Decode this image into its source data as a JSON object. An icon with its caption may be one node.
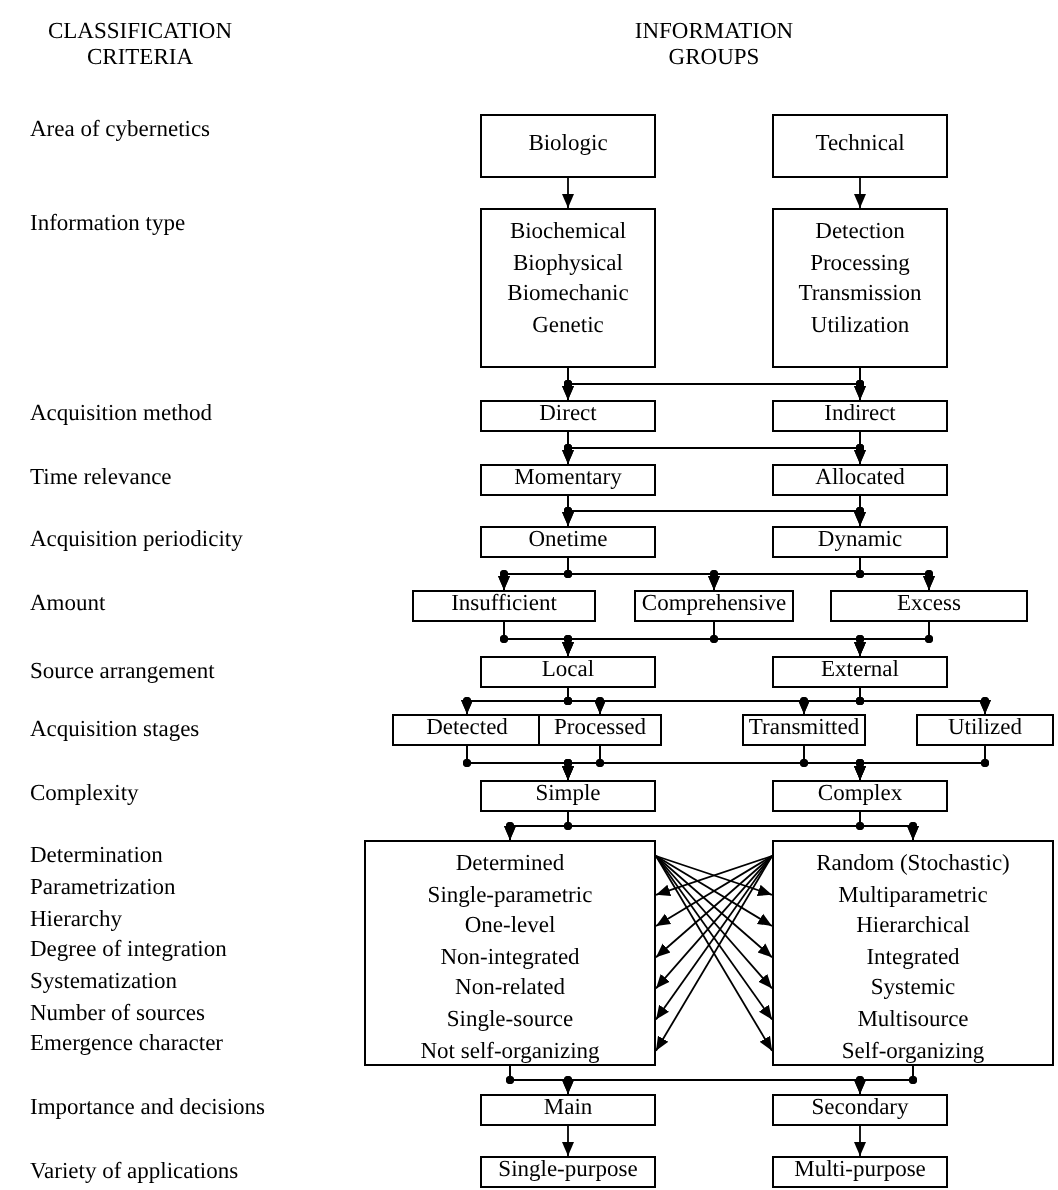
{
  "diagram": {
    "nodes": [
      {
        "text": [
          "Biologic"
        ]
      },
      {
        "text": [
          "Technical"
        ]
      },
      {
        "text": [
          "Biochemical",
          "Biophysical",
          "Biomechanic",
          "Genetic"
        ]
      },
      {
        "text": [
          "Detection",
          "Processing",
          "Transmission",
          "Utilization"
        ]
      },
      {
        "text": [
          "Direct"
        ]
      },
      {
        "text": [
          "Indirect"
        ]
      },
      {
        "text": [
          "Momentary"
        ]
      },
      {
        "text": [
          "Allocated"
        ]
      },
      {
        "text": [
          "Onetime"
        ]
      },
      {
        "text": [
          "Dynamic"
        ]
      },
      {
        "text": [
          "Insufficient"
        ]
      },
      {
        "text": [
          "Comprehensive"
        ]
      },
      {
        "text": [
          "Excess"
        ]
      },
      {
        "text": [
          "Local"
        ]
      },
      {
        "text": [
          "External"
        ]
      },
      {
        "text": [
          "Detected"
        ]
      },
      {
        "text": [
          "Processed"
        ]
      },
      {
        "text": [
          "Transmitted"
        ]
      },
      {
        "text": [
          "Utilized"
        ]
      },
      {
        "text": [
          "Simple"
        ]
      },
      {
        "text": [
          "Complex"
        ]
      },
      {
        "text": [
          "Determined",
          "Single-parametric",
          "One-level",
          "Non-integrated",
          "Non-related",
          "Single-source",
          "Not self-organizing"
        ]
      },
      {
        "text": [
          "Random (Stochastic)",
          "Multiparametric",
          "Hierarchical",
          "Integrated",
          "Systemic",
          "Multisource",
          "Self-organizing"
        ]
      },
      {
        "text": [
          "Main"
        ]
      },
      {
        "text": [
          "Secondary"
        ]
      },
      {
        "text": [
          "Single-purpose"
        ]
      },
      {
        "text": [
          "Multi-purpose"
        ]
      }
    ],
    "edges": [
      {
        "from": 0,
        "to": 2,
        "arrow": "to"
      },
      {
        "from": 1,
        "to": 3,
        "arrow": "to"
      },
      {
        "from": 2,
        "to": 4,
        "arrow": "to"
      },
      {
        "from": 2,
        "to": 5,
        "arrow": "to"
      },
      {
        "from": 3,
        "to": 4,
        "arrow": "to"
      },
      {
        "from": 3,
        "to": 5,
        "arrow": "to"
      },
      {
        "from": 4,
        "to": 6,
        "arrow": "to"
      },
      {
        "from": 4,
        "to": 7,
        "arrow": "to"
      },
      {
        "from": 5,
        "to": 6,
        "arrow": "to"
      },
      {
        "from": 5,
        "to": 7,
        "arrow": "to"
      },
      {
        "from": 6,
        "to": 8,
        "arrow": "to"
      },
      {
        "from": 6,
        "to": 9,
        "arrow": "to"
      },
      {
        "from": 7,
        "to": 8,
        "arrow": "to"
      },
      {
        "from": 7,
        "to": 9,
        "arrow": "to"
      },
      {
        "from": 8,
        "to": 10,
        "arrow": "to"
      },
      {
        "from": 8,
        "to": 11,
        "arrow": "to"
      },
      {
        "from": 8,
        "to": 12,
        "arrow": "to"
      },
      {
        "from": 9,
        "to": 10,
        "arrow": "to"
      },
      {
        "from": 9,
        "to": 11,
        "arrow": "to"
      },
      {
        "from": 9,
        "to": 12,
        "arrow": "to"
      },
      {
        "from": 10,
        "to": 13,
        "arrow": "to"
      },
      {
        "from": 10,
        "to": 14,
        "arrow": "to"
      },
      {
        "from": 11,
        "to": 13,
        "arrow": "to"
      },
      {
        "from": 11,
        "to": 14,
        "arrow": "to"
      },
      {
        "from": 12,
        "to": 13,
        "arrow": "to"
      },
      {
        "from": 12,
        "to": 14,
        "arrow": "to"
      },
      {
        "from": 13,
        "to": 15,
        "arrow": "to"
      },
      {
        "from": 13,
        "to": 16,
        "arrow": "to"
      },
      {
        "from": 13,
        "to": 17,
        "arrow": "to"
      },
      {
        "from": 13,
        "to": 18,
        "arrow": "to"
      },
      {
        "from": 14,
        "to": 15,
        "arrow": "to"
      },
      {
        "from": 14,
        "to": 16,
        "arrow": "to"
      },
      {
        "from": 14,
        "to": 17,
        "arrow": "to"
      },
      {
        "from": 14,
        "to": 18,
        "arrow": "to"
      },
      {
        "from": 15,
        "to": 19,
        "arrow": "to"
      },
      {
        "from": 15,
        "to": 20,
        "arrow": "to"
      },
      {
        "from": 16,
        "to": 19,
        "arrow": "to"
      },
      {
        "from": 16,
        "to": 20,
        "arrow": "to"
      },
      {
        "from": 17,
        "to": 19,
        "arrow": "to"
      },
      {
        "from": 17,
        "to": 20,
        "arrow": "to"
      },
      {
        "from": 18,
        "to": 19,
        "arrow": "to"
      },
      {
        "from": 18,
        "to": 20,
        "arrow": "to"
      },
      {
        "from": 19,
        "to": 21,
        "arrow": "to"
      },
      {
        "from": 19,
        "to": 22,
        "arrow": "to"
      },
      {
        "from": 20,
        "to": 21,
        "arrow": "to"
      },
      {
        "from": 20,
        "to": 22,
        "arrow": "to"
      },
      {
        "from": 21,
        "to": 22,
        "arrow": "to"
      },
      {
        "from": 21,
        "to": 22,
        "arrow": "to"
      },
      {
        "from": 21,
        "to": 22,
        "arrow": "to"
      },
      {
        "from": 21,
        "to": 22,
        "arrow": "to"
      },
      {
        "from": 21,
        "to": 22,
        "arrow": "to"
      },
      {
        "from": 21,
        "to": 22,
        "arrow": "to"
      },
      {
        "from": 22,
        "to": 21,
        "arrow": "to"
      },
      {
        "from": 22,
        "to": 21,
        "arrow": "to"
      },
      {
        "from": 22,
        "to": 21,
        "arrow": "to"
      },
      {
        "from": 22,
        "to": 21,
        "arrow": "to"
      },
      {
        "from": 22,
        "to": 21,
        "arrow": "to"
      },
      {
        "from": 22,
        "to": 21,
        "arrow": "to"
      },
      {
        "from": 21,
        "to": 23,
        "arrow": "to"
      },
      {
        "from": 21,
        "to": 24,
        "arrow": "to"
      },
      {
        "from": 22,
        "to": 23,
        "arrow": "to"
      },
      {
        "from": 22,
        "to": 24,
        "arrow": "to"
      },
      {
        "from": 23,
        "to": 25,
        "arrow": "to"
      },
      {
        "from": 24,
        "to": 26,
        "arrow": "to"
      }
    ],
    "labels": [
      "CLASSIFICATION CRITERIA",
      "INFORMATION GROUPS",
      "Area of cybernetics",
      "Information type",
      "Acquisition method",
      "Time relevance",
      "Acquisition periodicity",
      "Amount",
      "Source arrangement",
      "Acquisition stages",
      "Complexity",
      "Determination",
      "Parametrization",
      "Hierarchy",
      "Degree of integration",
      "Systematization",
      "Number of sources",
      "Emergence character",
      "Importance and decisions",
      "Variety of applications"
    ]
  }
}
